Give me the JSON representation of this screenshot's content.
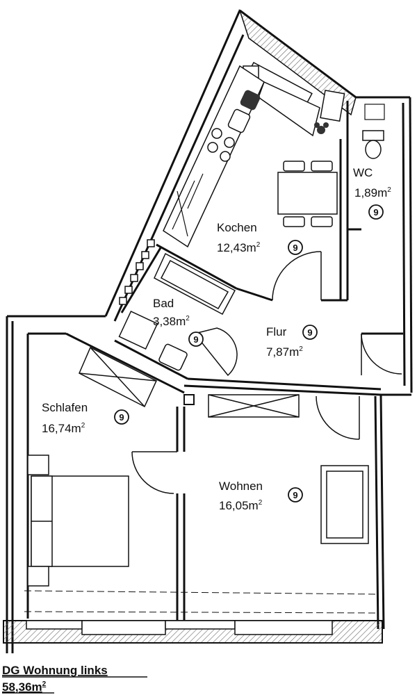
{
  "rooms": [
    {
      "name": "Kochen",
      "area": "12,43m",
      "area_unit_sup": "2",
      "badge": "9"
    },
    {
      "name": "WC",
      "area": "1,89m",
      "area_unit_sup": "2",
      "badge": "9"
    },
    {
      "name": "Bad",
      "area": "3,38m",
      "area_unit_sup": "2",
      "badge": "9"
    },
    {
      "name": "Flur",
      "area": "7,87m",
      "area_unit_sup": "2",
      "badge": "9"
    },
    {
      "name": "Schlafen",
      "area": "16,74m",
      "area_unit_sup": "2",
      "badge": "9"
    },
    {
      "name": "Wohnen",
      "area": "16,05m",
      "area_unit_sup": "2",
      "badge": "9"
    }
  ],
  "footer": {
    "title": "DG Wohnung links",
    "total_area": "58,36m",
    "total_area_sup": "2"
  },
  "colors": {
    "ink": "#111111",
    "paper": "#ffffff",
    "hatch": "#888888"
  }
}
